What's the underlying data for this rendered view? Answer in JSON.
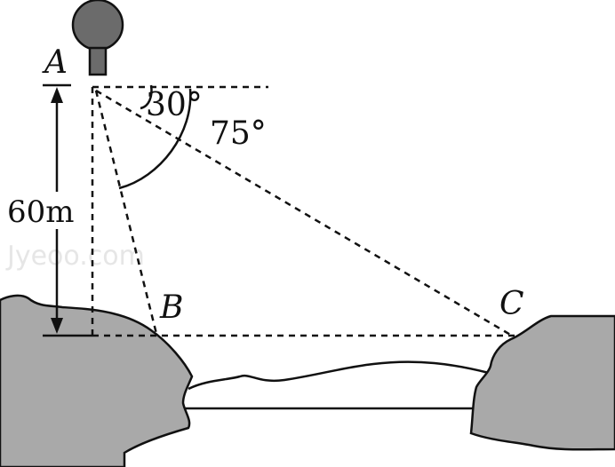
{
  "labels": {
    "point_a": "A",
    "point_b": "B",
    "point_c": "C",
    "angle_small": "30°",
    "angle_large": "75°",
    "height": "60m"
  },
  "watermark": "Jyeoo.com",
  "colors": {
    "stroke": "#111111",
    "rock_fill": "#a9a9a9",
    "balloon_fill": "#6b6b6b",
    "background": "#ffffff"
  }
}
